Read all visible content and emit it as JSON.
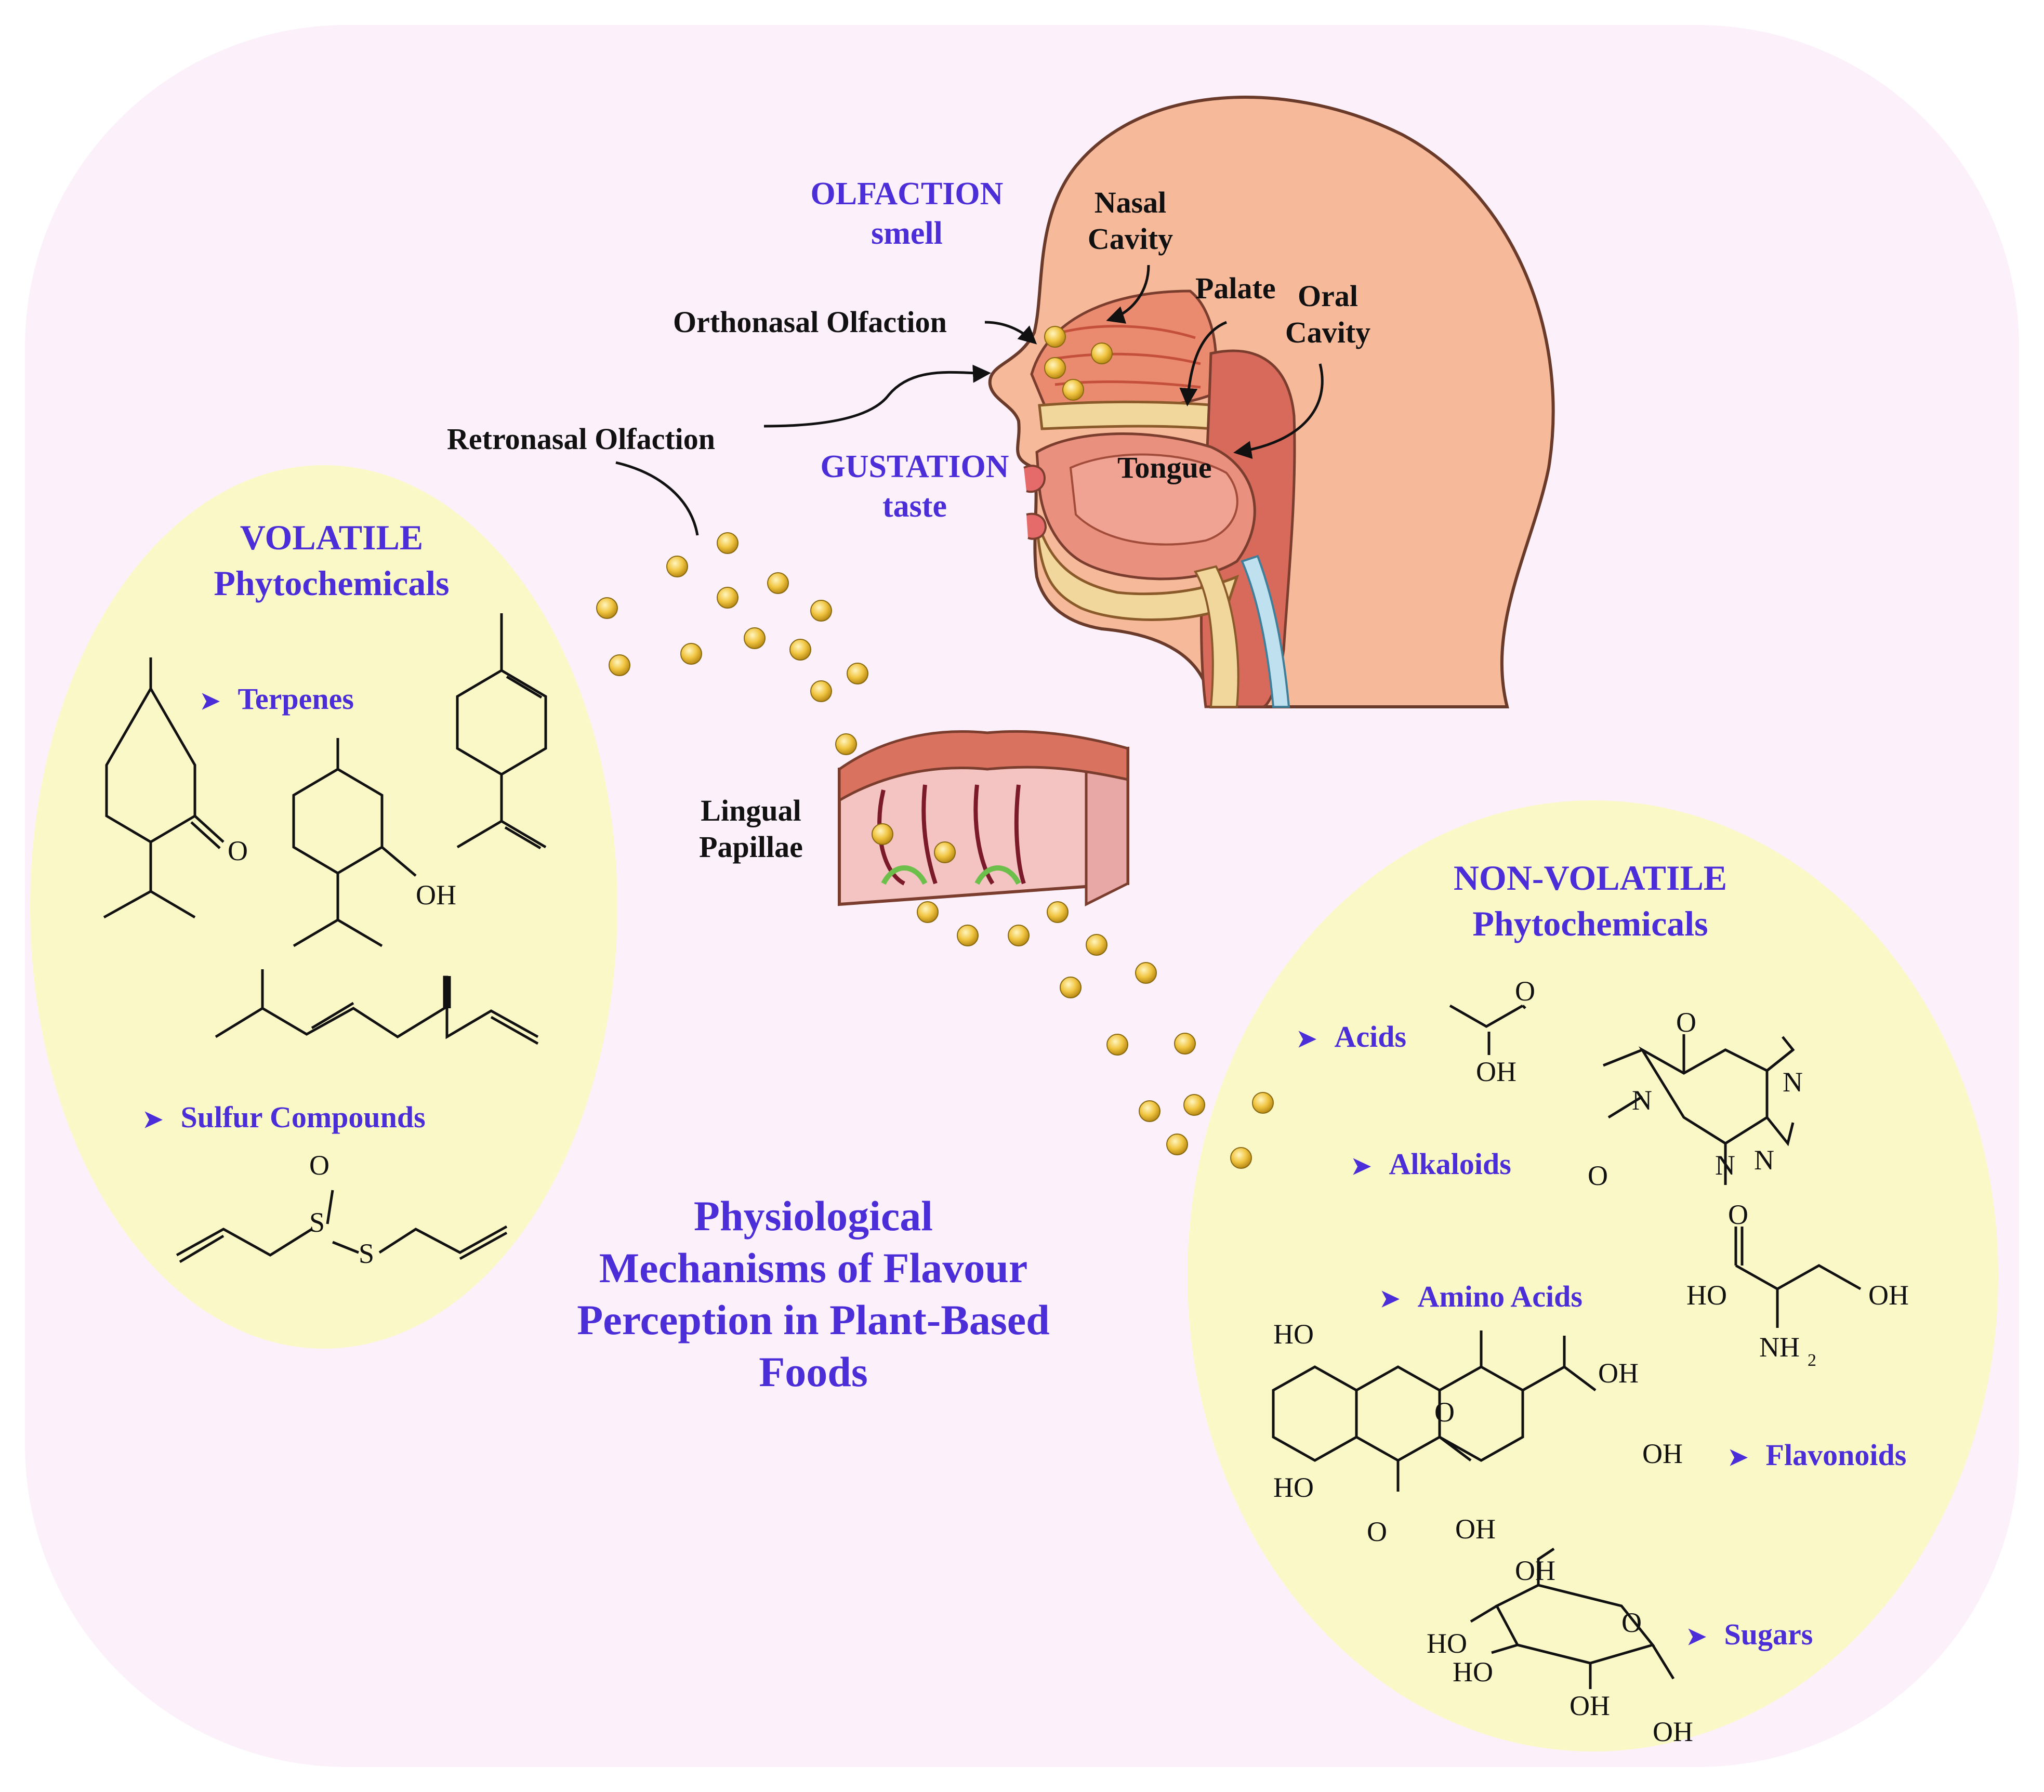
{
  "colors": {
    "background": "#fcf0fa",
    "ellipse_fill": "#fbf8c8",
    "heading_blue": "#4b2ed8",
    "skin": "#f6b99a",
    "molecule_dot": "#f1c542"
  },
  "head": {
    "olfaction": "OLFACTION",
    "olfaction_sub": "smell",
    "gustation": "GUSTATION",
    "gustation_sub": "taste",
    "nasal_cavity": [
      "Nasal",
      "Cavity"
    ],
    "palate": "Palate",
    "oral_cavity": [
      "Oral",
      "Cavity"
    ],
    "tongue": "Tongue",
    "orthonasal": "Orthonasal Olfaction",
    "retronasal": "Retronasal Olfaction",
    "lingual_papillae": [
      "Lingual",
      "Papillae"
    ]
  },
  "volatile": {
    "title": "VOLATILE",
    "subtitle": "Phytochemicals",
    "classes": [
      "Terpenes",
      "Sulfur Compounds"
    ],
    "icon": "arrowhead-icon"
  },
  "non_volatile": {
    "title": "NON-VOLATILE",
    "subtitle": "Phytochemicals",
    "classes": [
      "Acids",
      "Alkaloids",
      "Amino Acids",
      "Flavonoids",
      "Sugars"
    ],
    "icon": "arrowhead-icon"
  },
  "title_lines": [
    "Physiological",
    "Mechanisms of Flavour",
    "Perception in Plant-Based",
    "Foods"
  ],
  "atoms": {
    "O": "O",
    "OH": "OH",
    "HO": "HO",
    "S": "S",
    "N": "N",
    "NH": "NH",
    "sub2": "2"
  }
}
